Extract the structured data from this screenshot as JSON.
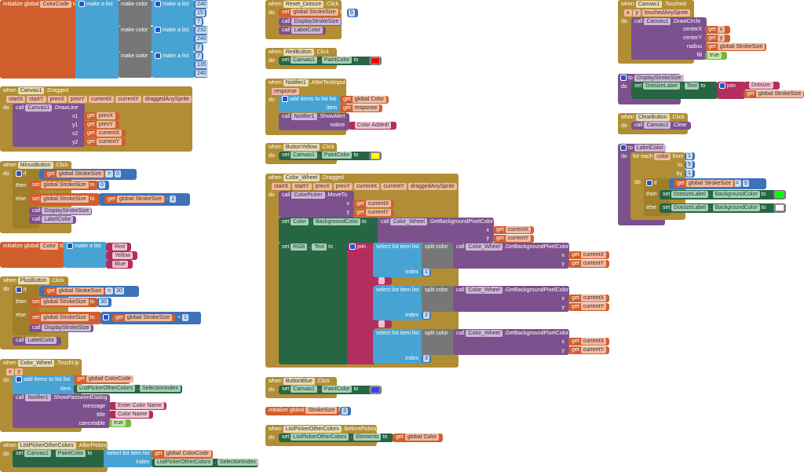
{
  "colors": {
    "red": "#ff0000",
    "yellow": "#ffff00",
    "blue": "#3344ee",
    "green": "#00ff00",
    "white": "#ffffff"
  },
  "kw": {
    "when": "when",
    "do": "do",
    "call": "call",
    "set": "set",
    "get": "get",
    "to": "to",
    "if": "if",
    "then": "then",
    "else": "else",
    "initialize_global": "initialize global",
    "make_a_list": "make a list",
    "make_color": "make color",
    "add_items": "add items to list",
    "list": "list",
    "item": "item",
    "select_item": "select list item",
    "index": "index",
    "split_color": "split color",
    "join": "join",
    "for_each": "for each",
    "from": "from",
    "by": "by",
    "dot": "."
  },
  "b1": {
    "name": "ColorCode",
    "rows": [
      [
        "240",
        "15",
        "7"
      ],
      [
        "232",
        "240",
        "7"
      ],
      [
        "7",
        "135",
        "240"
      ]
    ]
  },
  "b2": {
    "comp": "Canvas1",
    "event": ".Dragged",
    "params": [
      "startX",
      "startY",
      "prevX",
      "prevY",
      "currentX",
      "currentY",
      "draggedAnySprite"
    ],
    "method": ".DrawLine",
    "args": [
      [
        "x1",
        "prevX"
      ],
      [
        "y1",
        "prevY"
      ],
      [
        "x2",
        "currentX"
      ],
      [
        "y2",
        "currentY"
      ]
    ]
  },
  "b3": {
    "comp": "MinusButton",
    "event": ".Click",
    "var": "global StrokeSize",
    "op": "=",
    "cmp": "0",
    "then_val": "0",
    "minus": "-",
    "dec": "1",
    "proc1": "DisplayStrokeSize",
    "proc2": "LabelColor"
  },
  "b4": {
    "name": "Color",
    "items": [
      "Red",
      "Yellow",
      "Blue"
    ]
  },
  "b5": {
    "comp": "PlusButton",
    "event": ".Click",
    "var": "global StrokeSize",
    "op": "=",
    "cmp": "30",
    "then_val": "30",
    "plus": "+",
    "inc": "1",
    "proc1": "DisplayStrokeSize",
    "proc2": "LabelColor"
  },
  "b6": {
    "comp": "Color_Wheel",
    "event": ".TouchUp",
    "params": [
      "x",
      "y"
    ],
    "list_var": "global ColorCode",
    "item_comp": "ListPickerOtherColors",
    "item_prop": "SelectionIndex",
    "notifier": "Notifier1",
    "method": ".ShowPasswordDialog",
    "message_label": "message",
    "message": "Enter Color Name",
    "title_label": "title",
    "title": "Color Name",
    "cancel_label": "cancelable",
    "cancel": "true"
  },
  "b7": {
    "comp": "ListPickerOtherColors",
    "event": ".AfterPicking",
    "target": "Canvas1",
    "prop": "PaintColor",
    "list_var": "global ColorCode",
    "idx_comp": "ListPickerOtherColors",
    "idx_prop": "SelectionIndex"
  },
  "b8": {
    "comp": "Reset_Dotsize",
    "event": ".Click",
    "var": "global StrokeSize",
    "val": "5",
    "proc1": "DisplayStrokeSize",
    "proc2": "LabelColor"
  },
  "b9": {
    "comp": "RedButton",
    "event": ".Click",
    "target": "Canvas1",
    "prop": "PaintColor"
  },
  "b10": {
    "comp": "Notifier1",
    "event": ".AfterTextInput",
    "param": "response",
    "list_var": "global Color",
    "item_var": "response",
    "method": ".ShowAlert",
    "notice_label": "notice",
    "notice": "Color Added!"
  },
  "b11": {
    "comp": "ButtonYellow",
    "event": ".Click",
    "target": "Canvas1",
    "prop": "PaintColor"
  },
  "b12": {
    "comp": "Color_Wheel",
    "event": ".Dragged",
    "params": [
      "startX",
      "startY",
      "prevX",
      "prevY",
      "currentX",
      "currentY",
      "draggedAnySprite"
    ],
    "picker": "ColorPicker",
    "move": ".MoveTo",
    "x": "x",
    "y": "y",
    "xv": "currentX",
    "yv": "currentY",
    "set1_comp": "Color",
    "set1_prop": "BackgroundColor",
    "get_pixel": ".GetBackgroundPixelColor",
    "set2_comp": "RGB",
    "set2_prop": "Text",
    "sep": ",",
    "idx": [
      "1",
      "2",
      "3"
    ]
  },
  "b13": {
    "comp": "ButtonBlue",
    "event": ".Click",
    "target": "Canvas1",
    "prop": "PaintColor"
  },
  "b14": {
    "name": "StrokeSize",
    "val": "3"
  },
  "b15": {
    "comp": "ListPickerOtherColors",
    "event": ".BeforePicking",
    "prop": "Elements",
    "var": "global Color"
  },
  "b16": {
    "comp": "Canvas1",
    "event": ".Touched",
    "params": [
      "x",
      "y",
      "touchedAnySprite"
    ],
    "method": ".DrawCircle",
    "args": [
      [
        "centerX",
        "x"
      ],
      [
        "centerY",
        "y"
      ],
      [
        "radius",
        "global StrokeSize"
      ]
    ],
    "fill_label": "fill",
    "fill": "true"
  },
  "b17": {
    "proc": "DisplayStrokeSize",
    "target": "DotsizeLabel",
    "prop": "Text",
    "str": "Dotsize: ",
    "var": "global StrokeSize"
  },
  "b18": {
    "comp": "ClearButton",
    "event": ".Click",
    "target": "Canvas1",
    "method": ".Clear"
  },
  "b19": {
    "proc": "LabelColor",
    "loopvar": "color",
    "from": "1",
    "to": "5",
    "by": "1",
    "var": "global StrokeSize",
    "op": "=",
    "cmp": "5",
    "target": "DotsizeLabel",
    "prop": "BackgroundColor"
  }
}
